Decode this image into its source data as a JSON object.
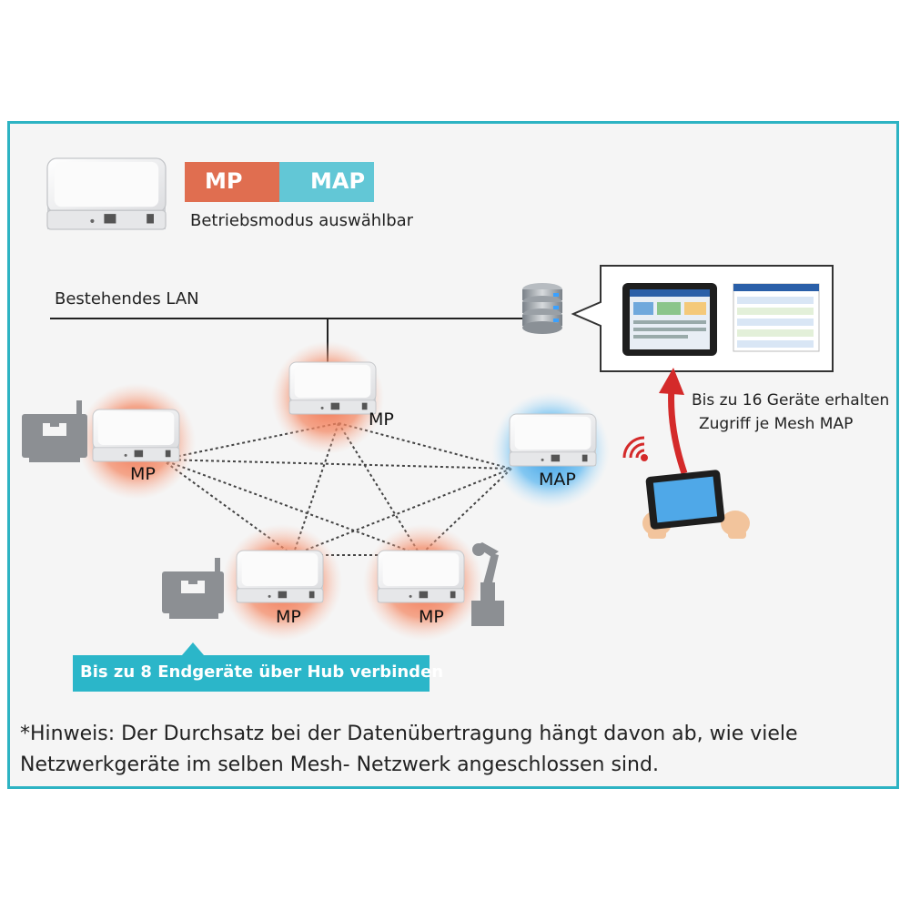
{
  "mode_badge": {
    "mp": "MP",
    "map": "MAP"
  },
  "mode_caption": "Betriebsmodus auswählbar",
  "lan_label": "Bestehendes  LAN",
  "nodes": {
    "top": "MP",
    "left": "MP",
    "right": "MAP",
    "bottom_left": "MP",
    "bottom_right": "MP"
  },
  "access_caption": {
    "line1": "Bis zu 16 Geräte erhalten",
    "line2": "Zugriff je Mesh MAP"
  },
  "hub_banner": "Bis zu 8 Endgeräte über Hub verbinden",
  "note": {
    "line1": "*Hinweis: Der Durchsatz bei der Datenübertragung hängt davon ab, wie viele",
    "line2": "Netzwerkgeräte im selben Mesh- Netzwerk angeschlossen sind."
  },
  "colors": {
    "frame": "#2db3c3",
    "mp_glow": "#f0613a",
    "map_glow": "#2f9fe8",
    "banner": "#2bb6c9",
    "arrow": "#d42a2a"
  }
}
